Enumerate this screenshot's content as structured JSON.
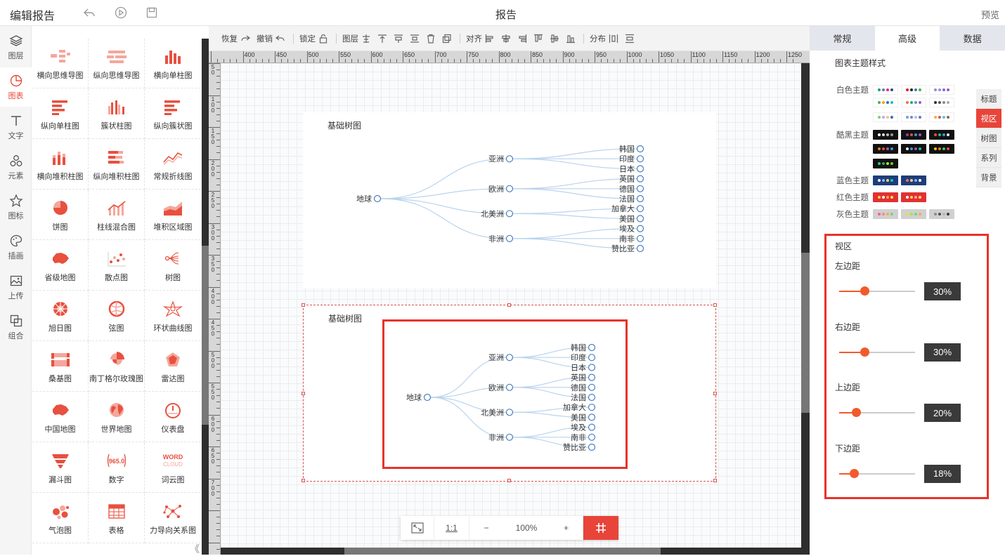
{
  "topbar": {
    "app_title": "编辑报告",
    "report_title": "报告",
    "preview": "预览",
    "icons": [
      "undo-icon",
      "play-icon",
      "save-icon"
    ]
  },
  "left_nav": [
    {
      "label": "图层",
      "icon": "layers-icon",
      "active": false
    },
    {
      "label": "图表",
      "icon": "chart-icon",
      "active": true
    },
    {
      "label": "文字",
      "icon": "text-icon",
      "active": false
    },
    {
      "label": "元素",
      "icon": "shapes-icon",
      "active": false
    },
    {
      "label": "图标",
      "icon": "star-icon",
      "active": false
    },
    {
      "label": "插画",
      "icon": "palette-icon",
      "active": false
    },
    {
      "label": "上传",
      "icon": "upload-image-icon",
      "active": false
    },
    {
      "label": "组合",
      "icon": "group-icon",
      "active": false
    }
  ],
  "palette": [
    {
      "label": "横向思维导图",
      "icon": "hmindmap"
    },
    {
      "label": "纵向思维导图",
      "icon": "vmindmap"
    },
    {
      "label": "横向单柱图",
      "icon": "vbar"
    },
    {
      "label": "纵向单柱图",
      "icon": "hbar"
    },
    {
      "label": "簇状柱图",
      "icon": "cluster"
    },
    {
      "label": "纵向簇状图",
      "icon": "hbar"
    },
    {
      "label": "横向堆积柱图",
      "icon": "stack"
    },
    {
      "label": "纵向堆积柱图",
      "icon": "hstack"
    },
    {
      "label": "常规折线图",
      "icon": "line"
    },
    {
      "label": "饼图",
      "icon": "pie"
    },
    {
      "label": "柱线混合图",
      "icon": "mixed"
    },
    {
      "label": "堆积区域图",
      "icon": "area"
    },
    {
      "label": "省级地图",
      "icon": "map"
    },
    {
      "label": "散点图",
      "icon": "scatter"
    },
    {
      "label": "树图",
      "icon": "tree"
    },
    {
      "label": "旭日图",
      "icon": "sunburst"
    },
    {
      "label": "弦图",
      "icon": "chord"
    },
    {
      "label": "环状曲线图",
      "icon": "ringcurve"
    },
    {
      "label": "桑基图",
      "icon": "sankey"
    },
    {
      "label": "南丁格尔玫瑰图",
      "icon": "rose"
    },
    {
      "label": "雷达图",
      "icon": "radar"
    },
    {
      "label": "中国地图",
      "icon": "map"
    },
    {
      "label": "世界地图",
      "icon": "globe"
    },
    {
      "label": "仪表盘",
      "icon": "gauge"
    },
    {
      "label": "漏斗图",
      "icon": "funnel"
    },
    {
      "label": "数字",
      "icon": "number",
      "icon_text": "965.0"
    },
    {
      "label": "词云图",
      "icon": "wordcloud",
      "icon_text_1": "WORD",
      "icon_text_2": "CLOUD"
    },
    {
      "label": "气泡图",
      "icon": "bubble"
    },
    {
      "label": "表格",
      "icon": "table"
    },
    {
      "label": "力导向关系图",
      "icon": "force"
    }
  ],
  "toolbar": [
    {
      "label": "恢复",
      "icon": "redo-icon"
    },
    {
      "label": "撤销",
      "icon": "undo-icon",
      "sep": true
    },
    {
      "label": "锁定",
      "icon": "lock-icon",
      "sep": true
    },
    {
      "label": "图层",
      "icons": [
        "layer-up-icon",
        "layer-top-icon",
        "layer-down-icon",
        "layer-bottom-icon",
        "delete-icon",
        "copy-icon"
      ],
      "sep": true
    },
    {
      "label": "对齐",
      "icons": [
        "align-left-icon",
        "align-center-icon",
        "align-right-icon",
        "align-top-icon",
        "align-middle-icon",
        "align-bottom-icon"
      ],
      "sep": true
    },
    {
      "label": "分布",
      "icons": [
        "distribute-h-icon",
        "distribute-v-icon"
      ]
    }
  ],
  "ruler_h_labels": [
    "400",
    "450",
    "500",
    "550",
    "600",
    "650",
    "700",
    "750",
    "800",
    "850",
    "900",
    "950",
    "1000",
    "1050",
    "1100",
    "1150",
    "1200",
    "1250"
  ],
  "ruler_v_labels": [
    "50",
    "100",
    "150",
    "200",
    "250",
    "300",
    "350",
    "400",
    "450",
    "500",
    "550",
    "600",
    "650",
    "700"
  ],
  "charts": [
    {
      "title": "基础树图"
    },
    {
      "title": "基础树图"
    }
  ],
  "tree": {
    "root": "地球",
    "children": [
      {
        "name": "亚洲",
        "children": [
          "韩国",
          "印度",
          "日本"
        ]
      },
      {
        "name": "欧洲",
        "children": [
          "英国",
          "德国",
          "法国"
        ]
      },
      {
        "name": "北美洲",
        "children": [
          "加拿大",
          "美国"
        ]
      },
      {
        "name": "非洲",
        "children": [
          "埃及",
          "南非",
          "赞比亚"
        ]
      }
    ],
    "line_color": "#b9d3ee",
    "node_color": "#4a7fc1"
  },
  "zoombar": {
    "fit": "fit-screen-icon",
    "one_to_one": "1:1",
    "minus": "−",
    "zoom": "100%",
    "plus": "+",
    "grid": "grid-icon"
  },
  "right_panel": {
    "tabs": [
      {
        "label": "常规",
        "active": false
      },
      {
        "label": "高级",
        "active": true
      },
      {
        "label": "数据",
        "active": false
      }
    ],
    "theme_title": "图表主题样式",
    "themes": [
      {
        "label": "白色主题",
        "bg": "#ffffff",
        "swatches": [
          [
            "#1a9e77",
            "#7570b3",
            "#e7298a",
            "#2f4b7c"
          ],
          [
            "#e41a1c",
            "#222222",
            "#377eb8",
            "#4daf4a"
          ],
          [
            "#8c8cd8",
            "#a38bd6",
            "#7b68ee",
            "#9b59b6"
          ],
          [
            "#4daf4a",
            "#f4a300",
            "#1f77b4",
            "#17becf"
          ],
          [
            "#e8743b",
            "#19a979",
            "#5899da",
            "#945ecf"
          ],
          [
            "#2f2f2f",
            "#555555",
            "#888888",
            "#aaaaaa"
          ],
          [
            "#7fc97f",
            "#beaed4",
            "#fdc086",
            "#386cb0"
          ],
          [
            "#5fa8d3",
            "#8e7cc3",
            "#a3c4f3",
            "#6f6fd1"
          ],
          [
            "#f0ad4e",
            "#d9534f",
            "#5bc0de",
            "#8a6d3b"
          ]
        ]
      },
      {
        "label": "酷黑主题",
        "bg": "#111111",
        "swatches": [
          [
            "#ffffff",
            "#dddddd",
            "#bbbbbb",
            "#999999"
          ],
          [
            "#8e44ad",
            "#e74c3c",
            "#3498db",
            "#9b59b6"
          ],
          [
            "#e74c3c",
            "#1abc9c",
            "#3498db",
            "#ecf0f1"
          ],
          [
            "#e67e22",
            "#e74c3c",
            "#9b59b6",
            "#3498db"
          ],
          [
            "#ecf0f1",
            "#3498db",
            "#9b59b6",
            "#1abc9c"
          ],
          [
            "#f1c40f",
            "#e67e22",
            "#2ecc71",
            "#e74c3c"
          ],
          [
            "#2ecc71",
            "#27ae60",
            "#a3e635",
            "#84cc16"
          ]
        ]
      },
      {
        "label": "蓝色主题",
        "bg": "#1f3d7a",
        "swatches": [
          [
            "#ffffff",
            "#7fb3ff",
            "#ffd166",
            "#06d6a0"
          ],
          [
            "#ff6b6b",
            "#ffd166",
            "#7fb3ff",
            "#ffffff"
          ]
        ]
      },
      {
        "label": "红色主题",
        "bg": "#e03131",
        "swatches": [
          [
            "#ffd43b",
            "#ffffff",
            "#ffa94d",
            "#ffe066"
          ],
          [
            "#ffffff",
            "#ffd43b",
            "#ffa8a8",
            "#ffe066"
          ]
        ]
      },
      {
        "label": "灰色主题",
        "bg": "#d0d0d0",
        "swatches": [
          [
            "#f06595",
            "#ff8787",
            "#ffa94d",
            "#69db7c"
          ],
          [
            "#ffd43b",
            "#a9e34b",
            "#69db7c",
            "#ffa94d"
          ],
          [
            "#868e96",
            "#495057",
            "#adb5bd",
            "#343a40"
          ]
        ]
      }
    ],
    "side_tabs": [
      {
        "label": "标题",
        "active": false
      },
      {
        "label": "视区",
        "active": true
      },
      {
        "label": "树图",
        "active": false
      },
      {
        "label": "系列",
        "active": false
      },
      {
        "label": "背景",
        "active": false
      }
    ],
    "viewarea": {
      "title": "视区",
      "margins": [
        {
          "label": "左边距",
          "value": 30,
          "display": "30%"
        },
        {
          "label": "右边距",
          "value": 30,
          "display": "30%"
        },
        {
          "label": "上边距",
          "value": 20,
          "display": "20%"
        },
        {
          "label": "下边距",
          "value": 18,
          "display": "18%"
        }
      ]
    },
    "accent": "#e8443a"
  }
}
